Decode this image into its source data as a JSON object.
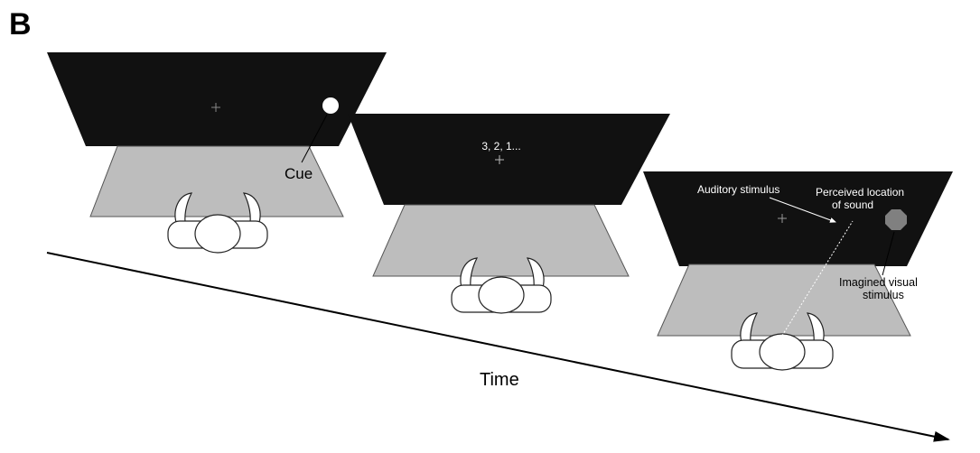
{
  "panel_label": "B",
  "time_label": "Time",
  "trials": [
    {
      "id": "cue",
      "screen_text": "",
      "labels": {
        "cue": "Cue"
      }
    },
    {
      "id": "countdown",
      "screen_text": "3, 2, 1..."
    },
    {
      "id": "test",
      "labels": {
        "auditory": "Auditory stimulus",
        "perceived_line1": "Perceived location",
        "perceived_line2": "of sound",
        "imagined_line1": "Imagined visual",
        "imagined_line2": "stimulus"
      }
    }
  ],
  "colors": {
    "screen": "#111111",
    "table": "#bdbdbd",
    "table_stroke": "#555555",
    "background": "#ffffff",
    "ink": "#000000",
    "cue_dot": "#ffffff",
    "imagined_dot": "#808080"
  },
  "icons": [
    "fixation-cross-icon",
    "person-topdown-icon",
    "arrow-icon"
  ]
}
